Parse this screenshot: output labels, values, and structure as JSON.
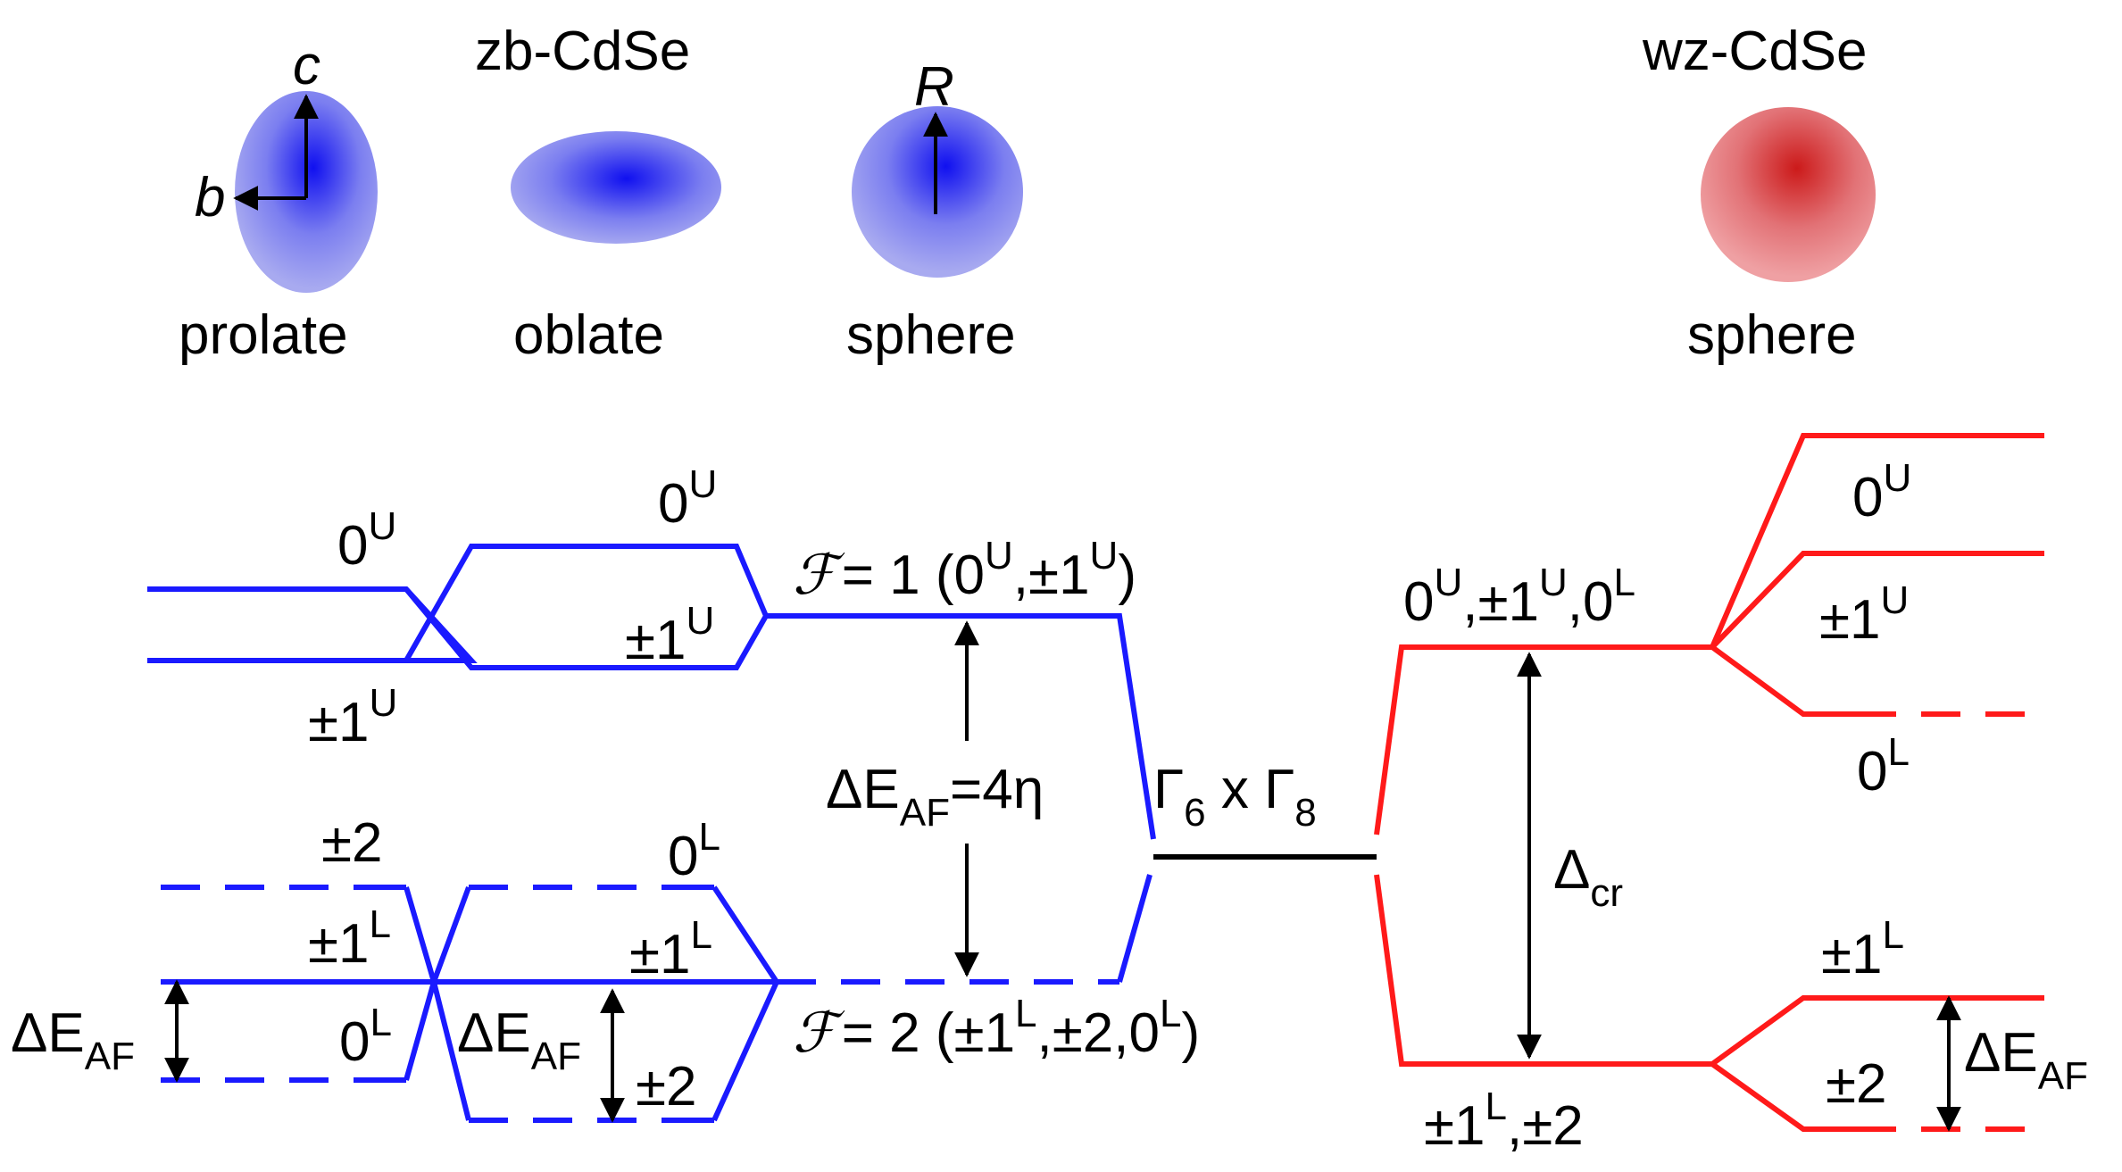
{
  "colors": {
    "zb": "#1a1aff",
    "wz": "#ff1a1a",
    "black": "#000000",
    "zb_shape_light": "#a8aaf0",
    "zb_shape_dark": "#1010f0",
    "wz_shape_light": "#ef9a9e",
    "wz_shape_dark": "#d42020"
  },
  "shapes": {
    "zb_title": "zb-CdSe",
    "wz_title": "wz-CdSe",
    "prolate": {
      "label": "prolate",
      "axis_c": "c",
      "axis_b": "b"
    },
    "oblate": {
      "label": "oblate"
    },
    "sphere_zb": {
      "label": "sphere",
      "axis_r": "R"
    },
    "sphere_wz": {
      "label": "sphere"
    }
  },
  "levels": {
    "prolate_upper_top": "0",
    "prolate_upper_top_sup": "U",
    "prolate_upper_bottom": "±1",
    "prolate_upper_bottom_sup": "U",
    "prolate_lower_a": "±2",
    "prolate_lower_b": "±1",
    "prolate_lower_b_sup": "L",
    "prolate_lower_c": "0",
    "prolate_lower_c_sup": "L",
    "prolate_gap": "ΔE",
    "prolate_gap_sub": "AF",
    "oblate_upper_top": "0",
    "oblate_upper_top_sup": "U",
    "oblate_upper_bottom": "±1",
    "oblate_upper_bottom_sup": "U",
    "oblate_lower_a": "0",
    "oblate_lower_a_sup": "L",
    "oblate_lower_b": "±1",
    "oblate_lower_b_sup": "L",
    "oblate_lower_c": "±2",
    "oblate_gap": "ΔE",
    "oblate_gap_sub": "AF",
    "sphere_f1_script": "ℱ",
    "sphere_f1_eq": "= 1 (0",
    "sphere_f1_sup1": "U",
    "sphere_f1_mid": ",±1",
    "sphere_f1_sup2": "U",
    "sphere_f1_end": ")",
    "sphere_f2_script": "ℱ",
    "sphere_f2_eq": "= 2 (±1",
    "sphere_f2_sup1": "L",
    "sphere_f2_mid": ",±2,0",
    "sphere_f2_sup2": "L",
    "sphere_f2_end": ")",
    "sphere_gap": "ΔE",
    "sphere_gap_sub": "AF",
    "sphere_gap_val": "=4η",
    "center_gamma": "Γ",
    "center_sub1": "6",
    "center_x": " x Γ",
    "center_sub2": "8",
    "wz_upper": "0",
    "wz_upper_sup1": "U",
    "wz_upper_mid": ",±1",
    "wz_upper_sup2": "U",
    "wz_upper_mid2": ",0",
    "wz_upper_sup3": "L",
    "wz_lower": "±1",
    "wz_lower_sup": "L",
    "wz_lower_end": ",±2",
    "wz_cr": "Δ",
    "wz_cr_sub": "cr",
    "wz_r_top": "0",
    "wz_r_top_sup": "U",
    "wz_r_mid": "±1",
    "wz_r_mid_sup": "U",
    "wz_r_low": "0",
    "wz_r_low_sup": "L",
    "wz_r_b1": "±1",
    "wz_r_b1_sup": "L",
    "wz_r_b2": "±2",
    "wz_r_gap": "ΔE",
    "wz_r_gap_sub": "AF"
  }
}
